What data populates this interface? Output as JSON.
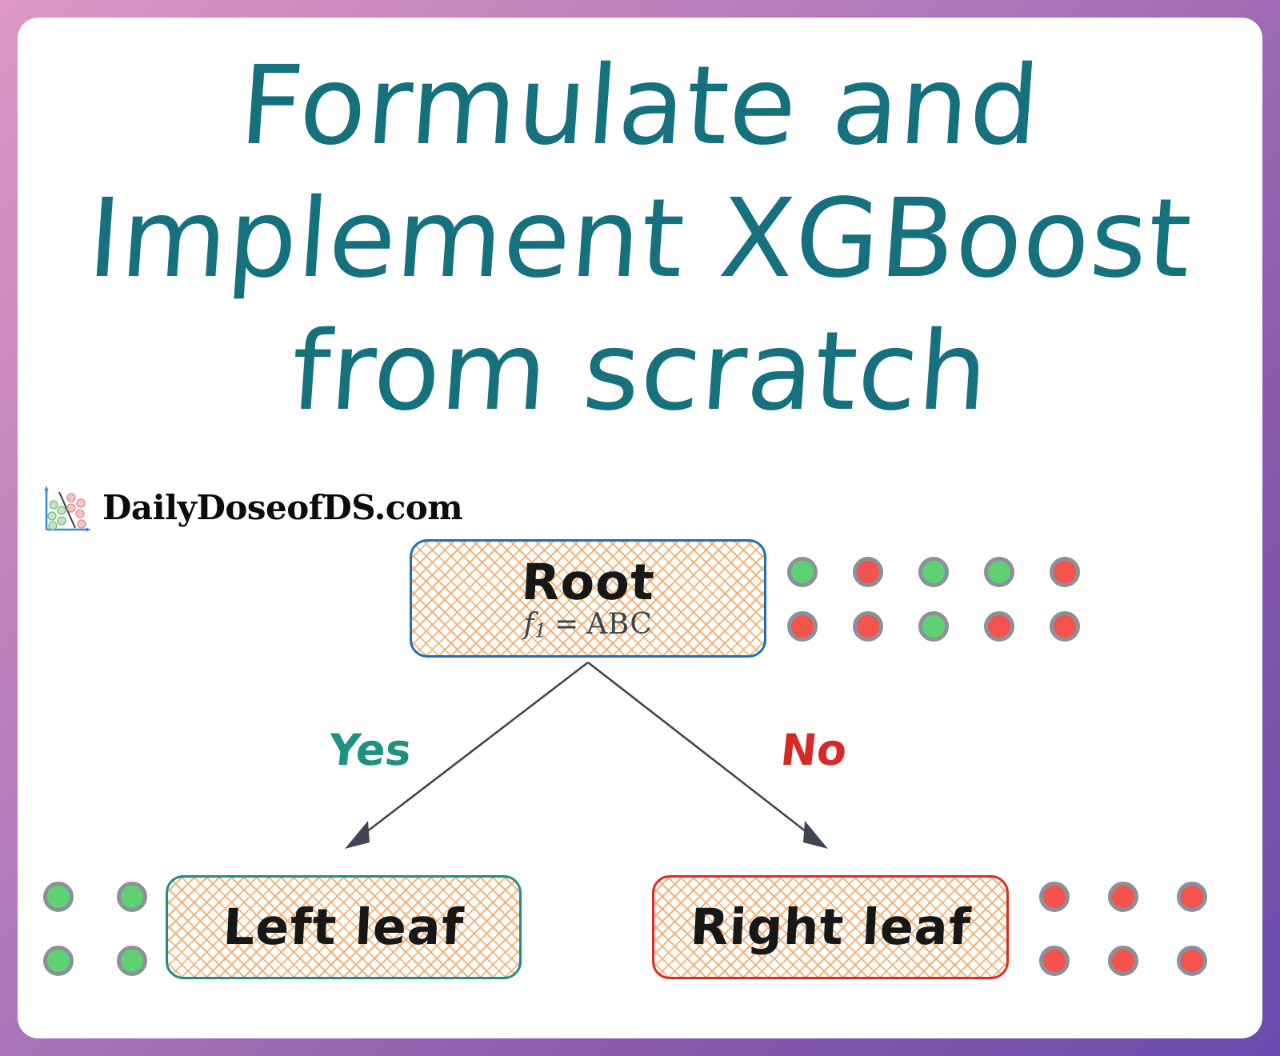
{
  "poster": {
    "background_gradient_start": "#dc98c3",
    "background_gradient_end": "#6a4bae",
    "canvas_background": "#ffffff"
  },
  "title": {
    "color": "#16717f",
    "lines": [
      "Formulate and",
      "Implement XGBoost",
      "from scratch"
    ]
  },
  "brand": {
    "name": "DailyDoseofDS.com",
    "logo_icon": "scatter-plot-icon",
    "logo_axis_color": "#3a8ad8",
    "logo_green_dot_color": "#b8e2b8",
    "logo_red_dot_color": "#f2bcbc",
    "logo_divider_color": "#3c3c3c"
  },
  "tree": {
    "root": {
      "label": "Root",
      "formula": {
        "symbol": "f",
        "subscript": "1",
        "operator": "=",
        "value": "ABC"
      },
      "border_color": "#1d6fb8",
      "hatch_color": "#f4b074"
    },
    "left_leaf": {
      "label": "Left leaf",
      "border_color": "#1c8e82"
    },
    "right_leaf": {
      "label": "Right leaf",
      "border_color": "#e02a26"
    },
    "branches": {
      "yes_label": "Yes",
      "yes_color": "#1e9181",
      "no_label": "No",
      "no_color": "#d62a27",
      "arrow_color": "#3f4652"
    }
  },
  "dot_sets": {
    "root": {
      "rows": 2,
      "cols": 5,
      "colors": [
        "green",
        "red",
        "green",
        "green",
        "red",
        "red",
        "red",
        "green",
        "red",
        "red"
      ]
    },
    "left_leaf": {
      "rows": 2,
      "cols": 2,
      "colors": [
        "green",
        "green",
        "green",
        "green"
      ]
    },
    "right_leaf": {
      "rows": 2,
      "cols": 3,
      "colors": [
        "red",
        "red",
        "red",
        "red",
        "red",
        "red"
      ]
    },
    "green_hex": "#5ed273",
    "red_hex": "#f4524c",
    "outline_hex": "#8b9199"
  }
}
